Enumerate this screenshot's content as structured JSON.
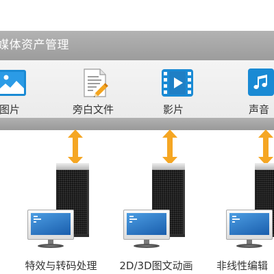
{
  "header": {
    "title": "媒体资产管理"
  },
  "assets": [
    {
      "label": "图片",
      "icon": "image-icon"
    },
    {
      "label": "旁白文件",
      "icon": "document-edit-icon"
    },
    {
      "label": "影片",
      "icon": "film-icon"
    },
    {
      "label": "声音",
      "icon": "music-icon"
    }
  ],
  "workstations": [
    {
      "label": "特效与转码处理"
    },
    {
      "label": "2D/3D图文动画"
    },
    {
      "label": "非线性编辑"
    }
  ],
  "colors": {
    "icon_blue": "#1a8ad4",
    "arrow_orange": "#f5a623",
    "bar_gray": "#a6a6a6"
  }
}
